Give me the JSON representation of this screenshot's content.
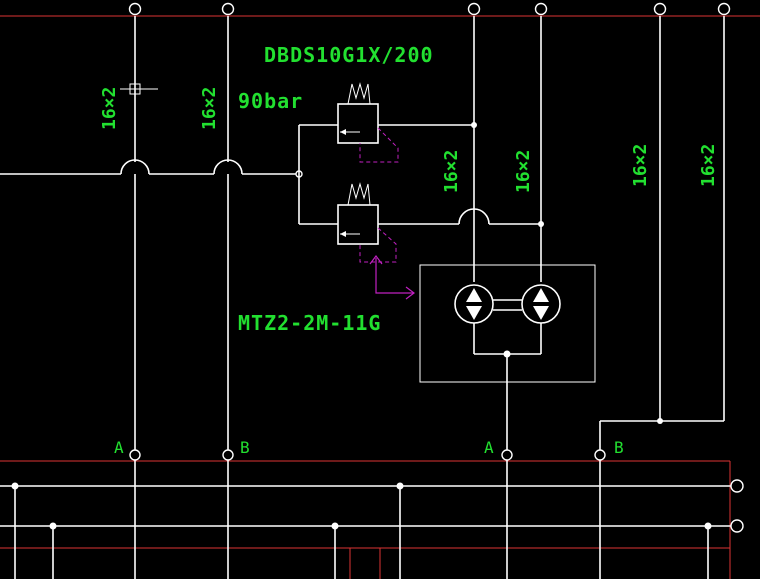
{
  "labels": {
    "valve_model": "DBDS10G1X/200",
    "pressure": "90bar",
    "motor_model": "MTZ2-2M-11G",
    "pipe_1": "16×2",
    "pipe_2": "16×2",
    "pipe_3": "16×2",
    "pipe_4": "16×2",
    "pipe_5": "16×2",
    "pipe_6": "16×2",
    "port_a1": "A",
    "port_b1": "B",
    "port_a2": "A",
    "port_b2": "B"
  }
}
